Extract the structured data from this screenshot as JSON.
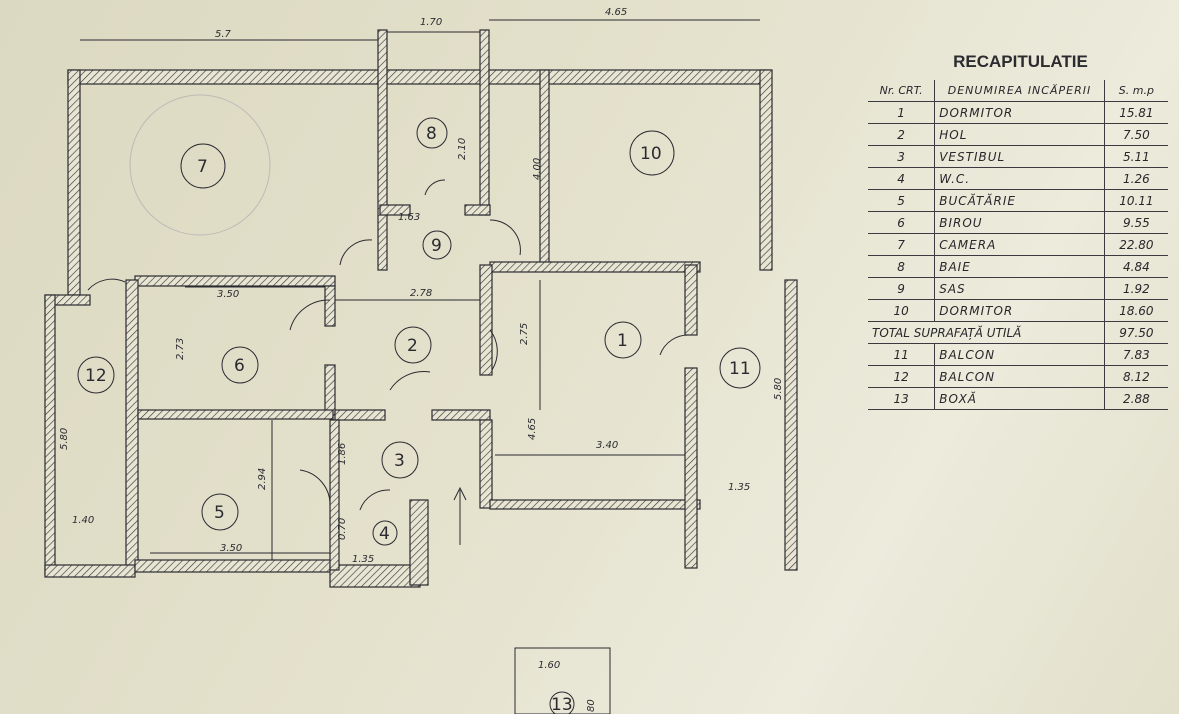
{
  "plan": {
    "rooms": [
      "1",
      "2",
      "3",
      "4",
      "5",
      "6",
      "7",
      "8",
      "9",
      "10",
      "11",
      "12",
      "13"
    ],
    "dimensions": {
      "top_left": "5.7",
      "top_mid": "1.70",
      "top_right": "4.65",
      "room8_h": "2.10",
      "room10_h": "4.00",
      "room9_w": "1.63",
      "room6_w": "3.50",
      "room6_h": "2.73",
      "hol_w": "2.78",
      "hol_h": "2.75",
      "room1_h": "4.65",
      "room1_w": "3.40",
      "balcony12_h": "5.80",
      "balcony12_w": "1.40",
      "balcony11_h": "5.80",
      "balcony11_w": "1.35",
      "room5_h": "2.94",
      "room5_w": "3.50",
      "room3_h": "1.86",
      "wc_h": "0.70",
      "wc_w": "1.35",
      "box_w": "1.60",
      "box_h": "80"
    }
  },
  "recap": {
    "title": "RECAPITULATIE",
    "headers": {
      "nr": "Nr. CRT.",
      "name": "DENUMIREA INCĂPERII",
      "area": "S. m.p"
    },
    "rows": [
      {
        "nr": "1",
        "name": "DORMITOR",
        "area": "15.81"
      },
      {
        "nr": "2",
        "name": "HOL",
        "area": "7.50"
      },
      {
        "nr": "3",
        "name": "VESTIBUL",
        "area": "5.11"
      },
      {
        "nr": "4",
        "name": "W.C.",
        "area": "1.26"
      },
      {
        "nr": "5",
        "name": "BUCĂTĂRIE",
        "area": "10.11"
      },
      {
        "nr": "6",
        "name": "BIROU",
        "area": "9.55"
      },
      {
        "nr": "7",
        "name": "CAMERA",
        "area": "22.80"
      },
      {
        "nr": "8",
        "name": "BAIE",
        "area": "4.84"
      },
      {
        "nr": "9",
        "name": "SAS",
        "area": "1.92"
      },
      {
        "nr": "10",
        "name": "DORMITOR",
        "area": "18.60"
      }
    ],
    "total": {
      "label": "TOTAL SUPRAFAȚĂ UTILĂ",
      "area": "97.50"
    },
    "extra_rows": [
      {
        "nr": "11",
        "name": "BALCON",
        "area": "7.83"
      },
      {
        "nr": "12",
        "name": "BALCON",
        "area": "8.12"
      },
      {
        "nr": "13",
        "name": "BOXĂ",
        "area": "2.88"
      }
    ]
  },
  "colors": {
    "paper": "#e4e1cc",
    "ink": "#2a2a30"
  }
}
